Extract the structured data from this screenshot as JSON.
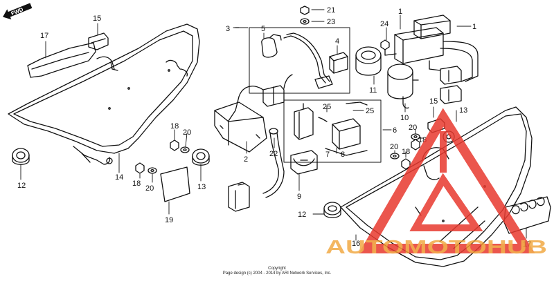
{
  "callouts": [
    {
      "id": "c21",
      "num": "21"
    },
    {
      "id": "c23",
      "num": "23"
    },
    {
      "id": "c15a",
      "num": "15"
    },
    {
      "id": "c17a",
      "num": "17"
    },
    {
      "id": "c3",
      "num": "3"
    },
    {
      "id": "c5",
      "num": "5"
    },
    {
      "id": "c4",
      "num": "4"
    },
    {
      "id": "c1a",
      "num": "1"
    },
    {
      "id": "c24",
      "num": "24"
    },
    {
      "id": "c1b",
      "num": "1"
    },
    {
      "id": "c11",
      "num": "11"
    },
    {
      "id": "c10",
      "num": "10"
    },
    {
      "id": "c25a",
      "num": "25"
    },
    {
      "id": "c25b",
      "num": "25"
    },
    {
      "id": "c6",
      "num": "6"
    },
    {
      "id": "c7",
      "num": "7"
    },
    {
      "id": "c8",
      "num": "8"
    },
    {
      "id": "c2",
      "num": "2"
    },
    {
      "id": "c22",
      "num": "22"
    },
    {
      "id": "c9",
      "num": "9"
    },
    {
      "id": "c18a",
      "num": "18"
    },
    {
      "id": "c20a",
      "num": "20"
    },
    {
      "id": "c13a",
      "num": "13"
    },
    {
      "id": "c14",
      "num": "14"
    },
    {
      "id": "c12a",
      "num": "12"
    },
    {
      "id": "c18b",
      "num": "18"
    },
    {
      "id": "c20b",
      "num": "20"
    },
    {
      "id": "c19",
      "num": "19"
    },
    {
      "id": "c13b",
      "num": "13"
    },
    {
      "id": "c15b",
      "num": "15"
    },
    {
      "id": "c20c",
      "num": "20"
    },
    {
      "id": "c18c",
      "num": "18"
    },
    {
      "id": "c20d",
      "num": "20"
    },
    {
      "id": "c18d",
      "num": "18"
    },
    {
      "id": "c12b",
      "num": "12"
    },
    {
      "id": "c16",
      "num": "16"
    },
    {
      "id": "c17b",
      "num": "17"
    }
  ],
  "fwd_label": "FWD",
  "copyright": {
    "line1": "Copyright",
    "line2": "Page design (c) 2004 - 2014 by ARI Network Services, Inc."
  },
  "watermark": {
    "text": "AUTOMOTOHUB",
    "colors": {
      "red": "#e8392f",
      "orange": "#f0a030",
      "gray": "#9a9a9a"
    }
  }
}
